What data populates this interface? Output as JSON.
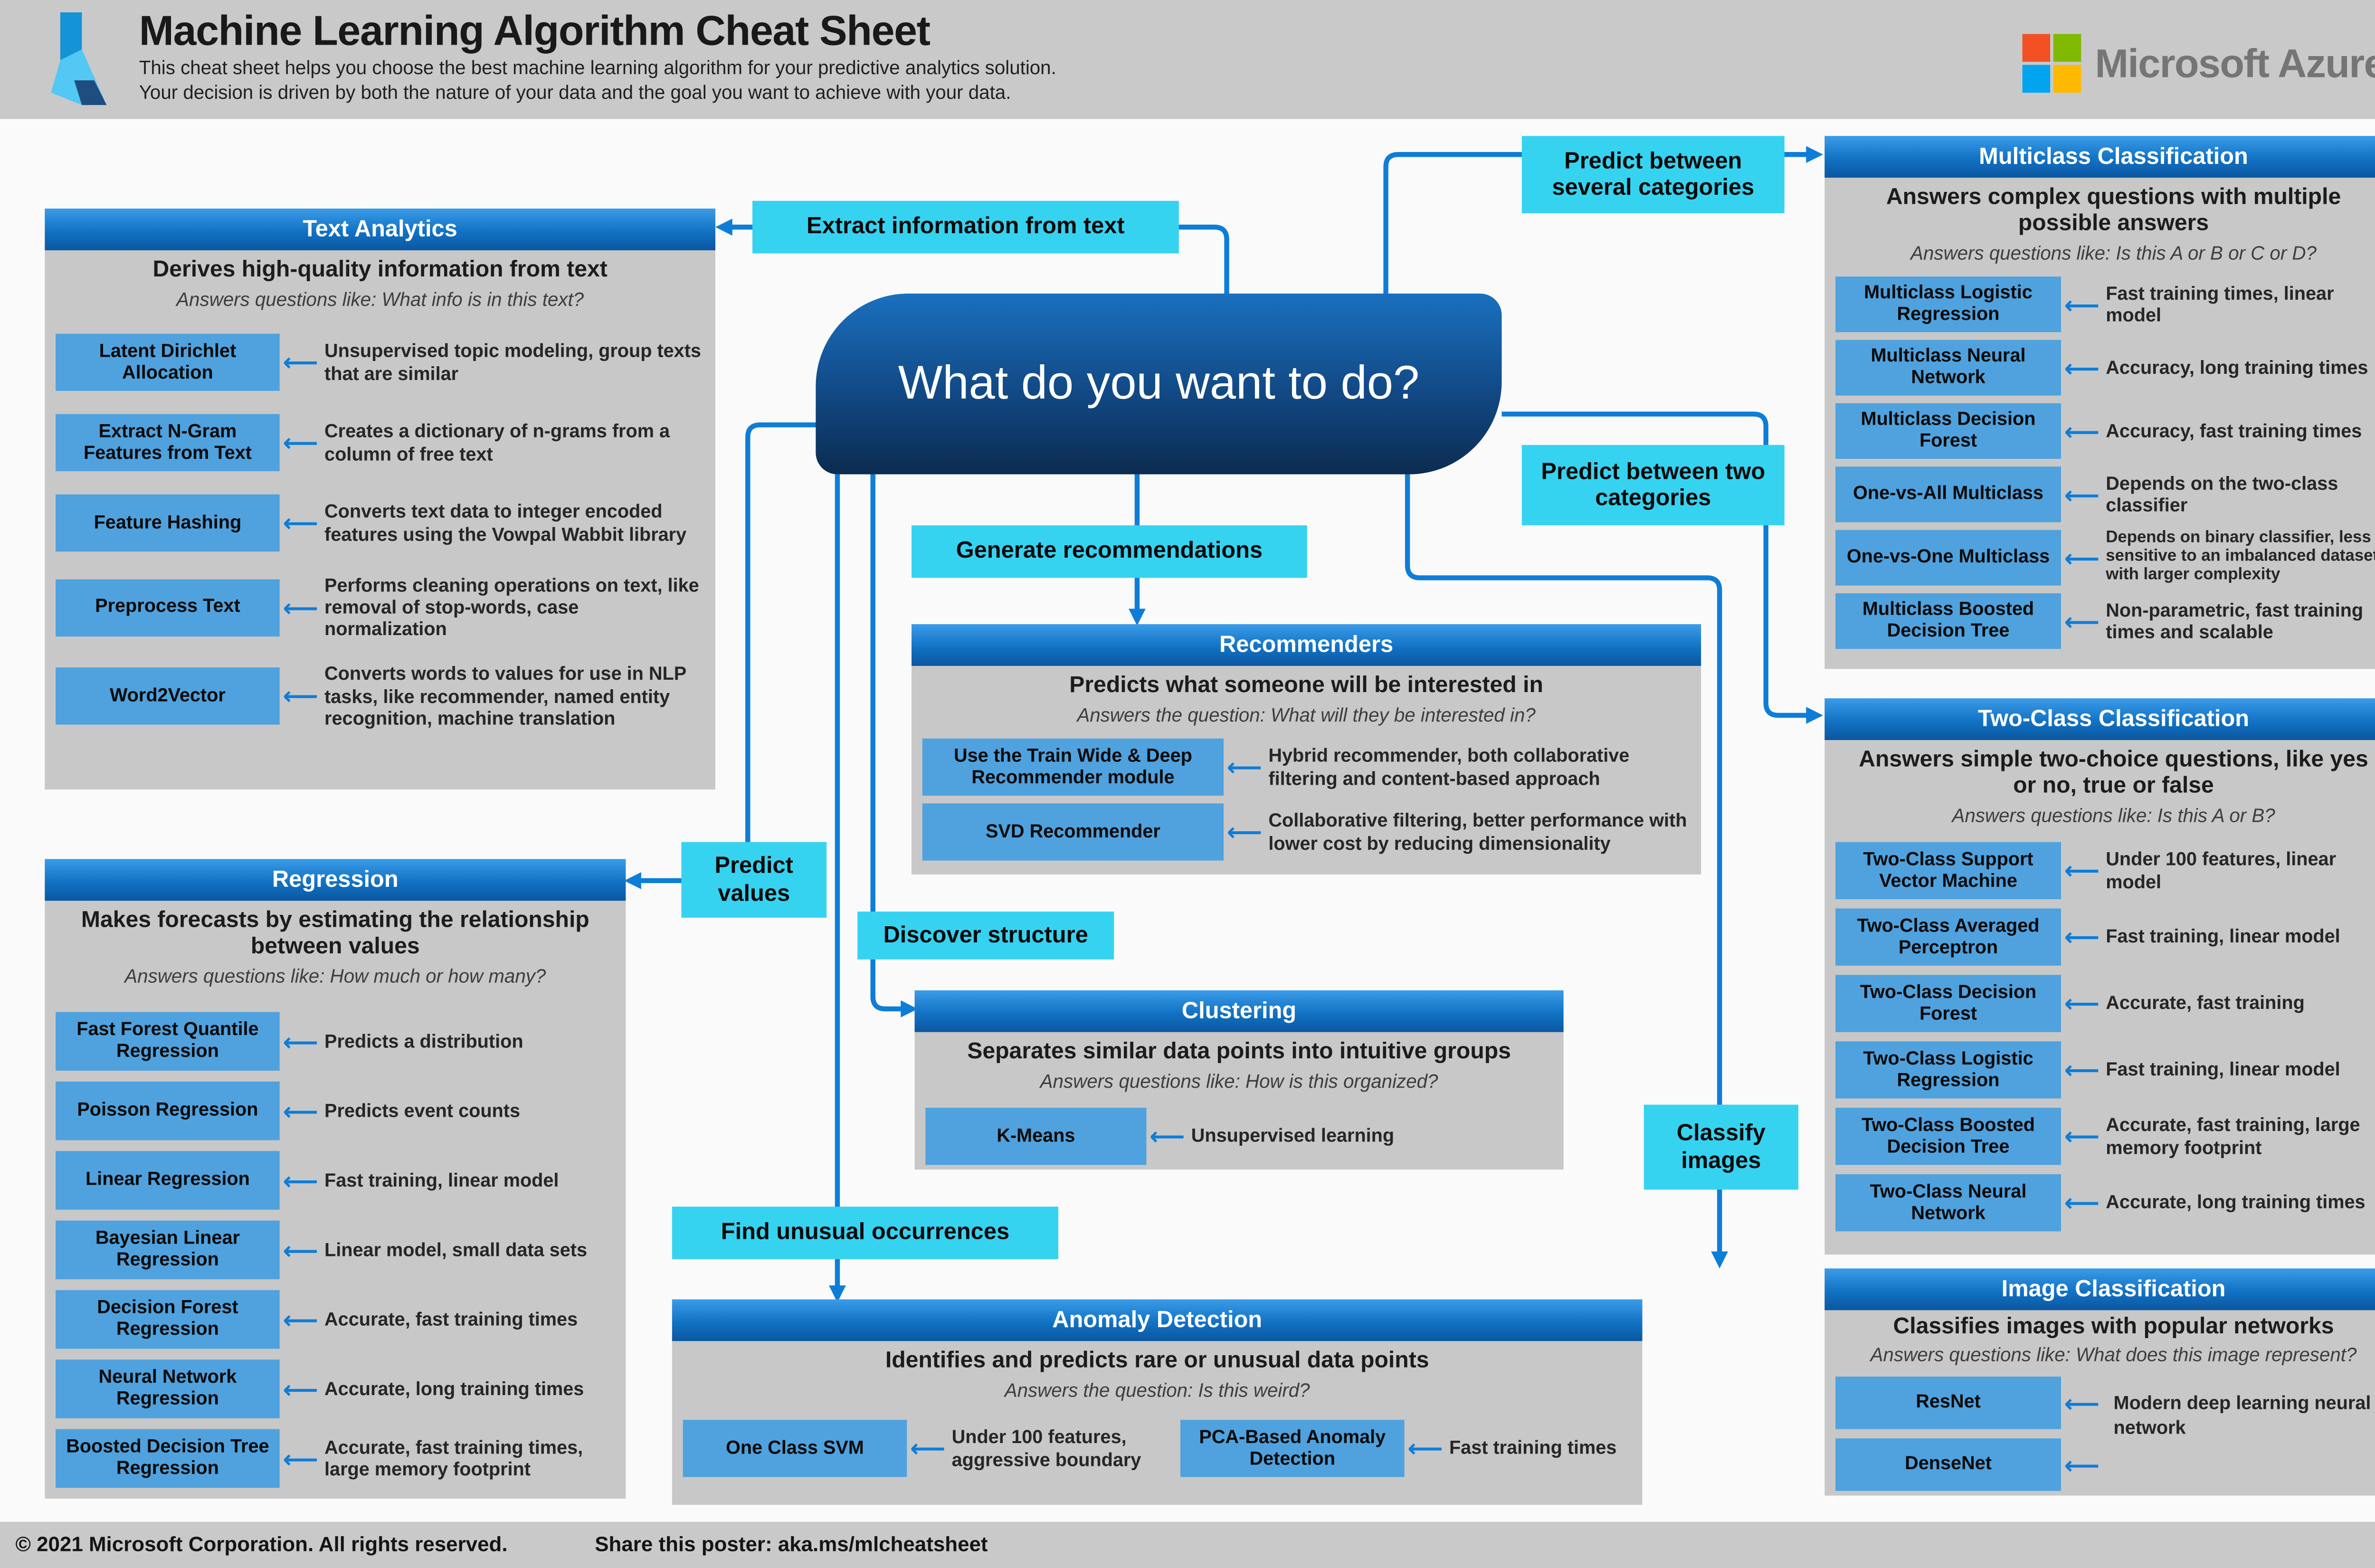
{
  "header": {
    "title": "Machine Learning Algorithm Cheat Sheet",
    "subtitle1": "This cheat sheet helps you choose the best machine learning algorithm for your predictive analytics solution.",
    "subtitle2": "Your decision is driven by both the nature of your data and the goal you want to achieve with your data.",
    "brand": "Microsoft Azure"
  },
  "center": {
    "question": "What do you want to do?"
  },
  "labels": {
    "extract_text": "Extract information from text",
    "predict_several": "Predict between several categories",
    "predict_two": "Predict between two categories",
    "generate_recs": "Generate recommendations",
    "discover_structure": "Discover structure",
    "find_unusual": "Find unusual occurrences",
    "predict_values": "Predict values",
    "classify_images": "Classify images"
  },
  "icons": {
    "left_arrow": "⟵"
  },
  "colors": {
    "accent_blue": "#0e7dd8",
    "cyan_label": "#36d3f1",
    "algorithm_blue": "#4fa2de",
    "panel_gray": "#c8c8c8",
    "band_gray": "#c9c9c9",
    "section_header_top": "#3b9ce9",
    "section_header_bottom": "#0b57a0",
    "center_gradient_top": "#1a70bf",
    "center_gradient_bottom": "#0c2c50",
    "ms_red": "#f25022",
    "ms_green": "#7fba00",
    "ms_blue": "#00a4ef",
    "ms_yellow": "#ffb900"
  },
  "sections": {
    "text_analytics": {
      "title": "Text Analytics",
      "heading": "Derives high-quality information from text",
      "question": "Answers questions like: What info is in this text?",
      "items": [
        {
          "label": "Latent Dirichlet Allocation",
          "desc": "Unsupervised topic modeling, group texts that are similar"
        },
        {
          "label": "Extract N-Gram Features from Text",
          "desc": "Creates a dictionary of n-grams from a column of free text"
        },
        {
          "label": "Feature Hashing",
          "desc": "Converts text data to integer encoded features using the Vowpal Wabbit library"
        },
        {
          "label": "Preprocess Text",
          "desc": "Performs cleaning operations on text, like removal of stop-words, case normalization"
        },
        {
          "label": "Word2Vector",
          "desc": "Converts words to values for use in NLP tasks, like recommender, named entity recognition, machine translation"
        }
      ]
    },
    "regression": {
      "title": "Regression",
      "heading": "Makes forecasts by estimating the relationship between values",
      "question": "Answers questions like: How much or how many?",
      "items": [
        {
          "label": "Fast Forest Quantile Regression",
          "desc": "Predicts a distribution"
        },
        {
          "label": "Poisson Regression",
          "desc": "Predicts event counts"
        },
        {
          "label": "Linear Regression",
          "desc": "Fast training, linear model"
        },
        {
          "label": "Bayesian Linear Regression",
          "desc": "Linear model, small data sets"
        },
        {
          "label": "Decision Forest Regression",
          "desc": "Accurate, fast training times"
        },
        {
          "label": "Neural Network Regression",
          "desc": "Accurate, long training times"
        },
        {
          "label": "Boosted Decision Tree Regression",
          "desc": "Accurate, fast training times, large memory footprint"
        }
      ]
    },
    "recommenders": {
      "title": "Recommenders",
      "heading": "Predicts what someone will be interested in",
      "question": "Answers the question: What will they be interested in?",
      "items": [
        {
          "label": "Use the Train Wide & Deep Recommender module",
          "desc": "Hybrid recommender, both collaborative filtering and content-based approach"
        },
        {
          "label": "SVD Recommender",
          "desc": "Collaborative filtering, better performance with lower cost by reducing dimensionality"
        }
      ]
    },
    "clustering": {
      "title": "Clustering",
      "heading": "Separates similar data points into intuitive groups",
      "question": "Answers questions like: How is this organized?",
      "items": [
        {
          "label": "K-Means",
          "desc": "Unsupervised learning"
        }
      ]
    },
    "anomaly": {
      "title": "Anomaly Detection",
      "heading": "Identifies and predicts rare or unusual data points",
      "question": "Answers the question: Is this weird?",
      "items": [
        {
          "label": "One Class SVM",
          "desc": "Under 100 features, aggressive boundary"
        },
        {
          "label": "PCA-Based Anomaly Detection",
          "desc": "Fast training times"
        }
      ]
    },
    "multiclass": {
      "title": "Multiclass Classification",
      "heading": "Answers complex questions with multiple possible answers",
      "question": "Answers questions like: Is this A or B or C or D?",
      "items": [
        {
          "label": "Multiclass Logistic Regression",
          "desc": "Fast training times, linear model"
        },
        {
          "label": "Multiclass Neural Network",
          "desc": "Accuracy, long training times"
        },
        {
          "label": "Multiclass Decision Forest",
          "desc": "Accuracy, fast training times"
        },
        {
          "label": "One-vs-All Multiclass",
          "desc": "Depends on the two-class classifier"
        },
        {
          "label": "One-vs-One Multiclass",
          "desc": "Depends on binary classifier, less sensitive to an imbalanced dataset with larger complexity"
        },
        {
          "label": "Multiclass Boosted Decision Tree",
          "desc": "Non-parametric, fast training times and scalable"
        }
      ]
    },
    "two_class": {
      "title": "Two-Class Classification",
      "heading": "Answers simple two-choice questions, like yes or no, true or false",
      "question": "Answers questions like: Is this A or B?",
      "items": [
        {
          "label": "Two-Class Support Vector Machine",
          "desc": "Under 100 features, linear model"
        },
        {
          "label": "Two-Class Averaged Perceptron",
          "desc": "Fast training, linear model"
        },
        {
          "label": "Two-Class Decision Forest",
          "desc": "Accurate, fast training"
        },
        {
          "label": "Two-Class Logistic Regression",
          "desc": "Fast training, linear model"
        },
        {
          "label": "Two-Class Boosted Decision Tree",
          "desc": "Accurate, fast training, large memory footprint"
        },
        {
          "label": "Two-Class Neural Network",
          "desc": "Accurate, long training times"
        }
      ]
    },
    "image_class": {
      "title": "Image Classification",
      "heading": "Classifies images with popular networks",
      "question": "Answers questions like: What does this image represent?",
      "items": [
        {
          "label": "ResNet"
        },
        {
          "label": "DenseNet"
        }
      ],
      "shared_desc": "Modern deep learning neural network"
    }
  },
  "footer": {
    "copyright": "© 2021 Microsoft Corporation. All rights reserved.",
    "share": "Share this poster: aka.ms/mlcheatsheet"
  }
}
